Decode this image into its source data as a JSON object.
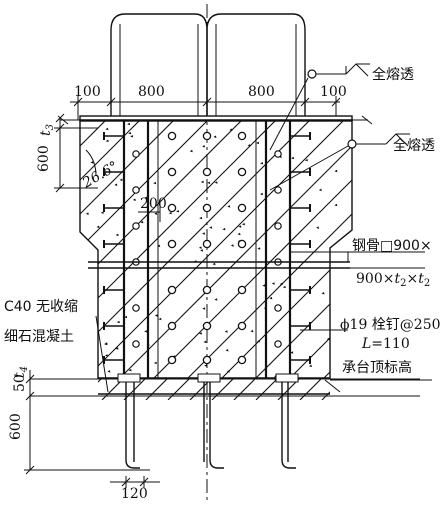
{
  "dimensions": {
    "top_left": "100",
    "top_mid_left": "800",
    "top_mid_right": "800",
    "top_right": "100",
    "left_t3": "t",
    "left_t3_sub": "3",
    "left_600_upper": "600",
    "left_200": "200",
    "angle": "26.6°",
    "left_50": "50",
    "left_t4": "t",
    "left_t4_sub": "4",
    "left_600_lower": "600",
    "bottom_120": "120"
  },
  "annotations": {
    "weld_top": "全熔透",
    "weld_mid": "全熔透",
    "steel_line1": "钢骨□900×",
    "steel_line2_a": "900×",
    "steel_line2_t2a": "t",
    "steel_line2_sub_a": "2",
    "steel_line2_x": "×",
    "steel_line2_t2b": "t",
    "steel_line2_sub_b": "2",
    "concrete_line1": "C40 无收缩",
    "concrete_line2": "细石混凝土",
    "stud_line1": "ϕ19 栓钉@250",
    "stud_line2_L": "L",
    "stud_line2_val": "=110",
    "cap_label": "承台顶标高"
  }
}
